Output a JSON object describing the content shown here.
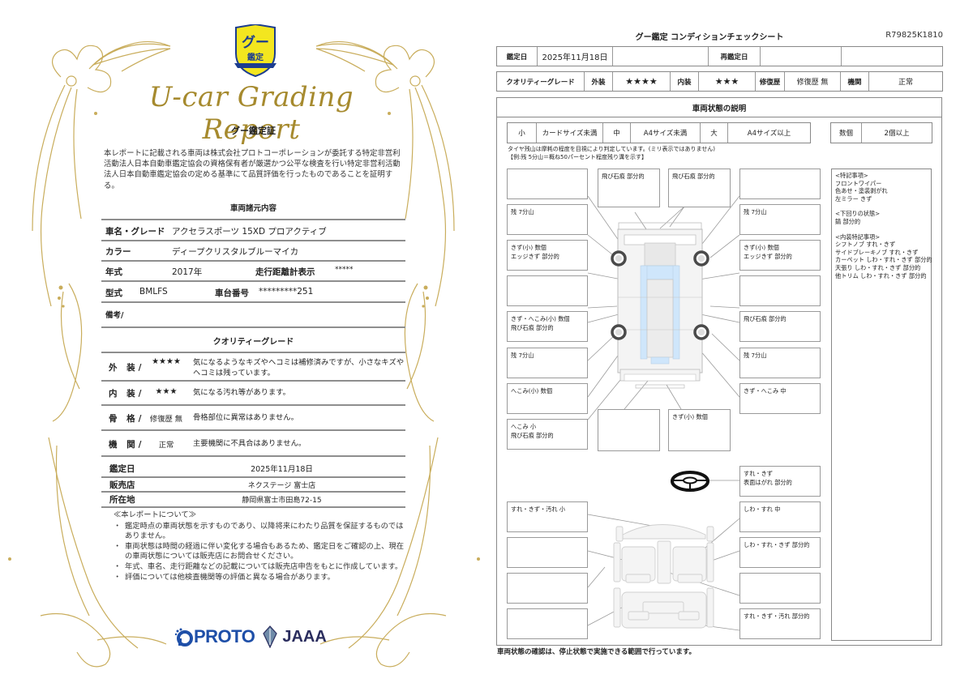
{
  "left_page": {
    "emblem": {
      "line1": "グー",
      "line2": "鑑定",
      "color": "#f3e61f",
      "border": "#1c3d8f"
    },
    "script_title": "U-car Grading Report",
    "certificate_title": "グー鑑定証",
    "certificate_body": "本レポートに記載される車両は株式会社プロトコーポレーションが委託する特定非営利活動法人日本自動車鑑定協会の資格保有者が厳選かつ公平な検査を行い特定非営利活動法人日本自動車鑑定協会の定める基準にて品質評価を行ったものであることを証明する。",
    "specs": {
      "title": "車両諸元内容",
      "name_label": "車名・グレード",
      "name_value": "アクセラスポーツ 15XD プロアクティブ",
      "color_label": "カラー",
      "color_value": "ディープクリスタルブルーマイカ",
      "year_label": "年式",
      "year_value": "2017年",
      "odometer_label": "走行距離計表示",
      "odometer_value": "*****",
      "model_label": "型式",
      "model_value": "BMLFS",
      "chassis_label": "車台番号",
      "chassis_value": "*********251",
      "remarks_label": "備考/"
    },
    "quality": {
      "title": "クオリティーグレード",
      "rows": [
        {
          "label": "外 装/",
          "value": "★★★★",
          "desc": "気になるようなキズやヘコミは補修済みですが、小さなキズやヘコミは残っています。"
        },
        {
          "label": "内 装/",
          "value": "★★★",
          "desc": "気になる汚れ等があります。"
        },
        {
          "label": "骨 格/",
          "value": "修復歴 無",
          "desc": "骨格部位に異常はありません。"
        },
        {
          "label": "機 関/",
          "value": "正常",
          "desc": "主要機関に不具合はありません。"
        }
      ]
    },
    "footer_info": {
      "date_label": "鑑定日",
      "date_value": "2025年11月18日",
      "dealer_label": "販売店",
      "dealer_value": "ネクステージ 富士店",
      "address_label": "所在地",
      "address_value": "静岡県富士市田島72-15"
    },
    "notes": {
      "heading": "≪本レポートについて≫",
      "items": [
        "鑑定時点の車両状態を示すものであり、以降将来にわたり品質を保証するものではありません。",
        "車両状態は時間の経過に伴い変化する場合もあるため、鑑定日をご確認の上、現在の車両状態については販売店にお問合せください。",
        "年式、車名、走行距離などの記載については販売店申告をもとに作成しています。",
        "評価については他検査機関等の評価と異なる場合があります。"
      ]
    },
    "logos": {
      "proto": "PROTO",
      "jaaa": "JAAA"
    },
    "colors": {
      "gold": "#a68a2e",
      "ornament": "#c9ad5c"
    }
  },
  "right_page": {
    "title": "グー鑑定  コンディションチェックシート",
    "report_id": "R79825K1810",
    "date_row": {
      "date_label": "鑑定日",
      "date_value": "2025年11月18日",
      "redate_label": "再鑑定日",
      "redate_value": ""
    },
    "grade_row": {
      "label": "クオリティーグレード",
      "exterior_label": "外装",
      "exterior_value": "★★★★",
      "interior_label": "内装",
      "interior_value": "★★★",
      "repair_label": "修復歴",
      "repair_value": "修復歴 無",
      "engine_label": "機関",
      "engine_value": "正常"
    },
    "panel_title": "車両状態の説明",
    "size_legend": {
      "small_label": "小",
      "small_value": "カードサイズ未満",
      "medium_label": "中",
      "medium_value": "A4サイズ未満",
      "large_label": "大",
      "large_value": "A4サイズ以上",
      "several_label": "数個",
      "several_value": "2個以上"
    },
    "tire_note": {
      "line1": "タイヤ残山は摩耗の程度を目視により判定しています。(ミリ表示ではありません)",
      "line2": "【例:残 5分山＝概ね50パーセント程度残り溝を示す】"
    },
    "exterior_boxes": [
      {
        "id": "L1",
        "lines": []
      },
      {
        "id": "T1",
        "lines": [
          "飛び石痕 部分的"
        ]
      },
      {
        "id": "T2",
        "lines": [
          "飛び石痕 部分的"
        ]
      },
      {
        "id": "R1",
        "lines": []
      },
      {
        "id": "L2",
        "lines": [
          "残 7分山"
        ]
      },
      {
        "id": "R2",
        "lines": [
          "残 7分山"
        ]
      },
      {
        "id": "L3",
        "lines": [
          "きず(小) 数個",
          "エッジきず 部分的"
        ]
      },
      {
        "id": "R3",
        "lines": [
          "きず(小) 数個",
          "エッジきず 部分的"
        ]
      },
      {
        "id": "L4",
        "lines": []
      },
      {
        "id": "R4",
        "lines": []
      },
      {
        "id": "L5",
        "lines": [
          "きず・へこみ(小) 数個",
          "飛び石痕 部分的"
        ]
      },
      {
        "id": "R5",
        "lines": [
          "飛び石痕 部分的"
        ]
      },
      {
        "id": "L6",
        "lines": [
          "残 7分山"
        ]
      },
      {
        "id": "R6",
        "lines": [
          "残 7分山"
        ]
      },
      {
        "id": "L7",
        "lines": [
          "へこみ(小) 数個"
        ]
      },
      {
        "id": "R7",
        "lines": [
          "きず・へこみ 中"
        ]
      },
      {
        "id": "L8",
        "lines": [
          "へこみ 小",
          "飛び石痕 部分的"
        ]
      },
      {
        "id": "B1",
        "lines": []
      },
      {
        "id": "B2",
        "lines": [
          "きず(小) 数個"
        ]
      }
    ],
    "interior_boxes": [
      {
        "id": "IR1",
        "lines": [
          "すれ・きず",
          "表面はがれ 部分的"
        ]
      },
      {
        "id": "IL1",
        "lines": [
          "すれ・きず・汚れ 小"
        ]
      },
      {
        "id": "IR2",
        "lines": [
          "しわ・すれ 中"
        ]
      },
      {
        "id": "IL2",
        "lines": []
      },
      {
        "id": "IR3",
        "lines": [
          "しわ・すれ・きず 部分的"
        ]
      },
      {
        "id": "IL3",
        "lines": []
      },
      {
        "id": "IR4",
        "lines": []
      },
      {
        "id": "IL4",
        "lines": []
      },
      {
        "id": "IR5",
        "lines": [
          "すれ・きず・汚れ 部分的"
        ]
      }
    ],
    "memo": {
      "sections": [
        {
          "heading": "<特記事項>",
          "lines": [
            "フロントワイパー",
            "色あせ・塗装剥がれ",
            "左ミラー きず"
          ]
        },
        {
          "heading": "<下回りの状態>",
          "lines": [
            "錆 部分的"
          ]
        },
        {
          "heading": "<内装特記事項>",
          "lines": [
            "シフトノブ すれ・きず",
            "サイドブレーキノブ すれ・きず",
            "カーペット しわ・すれ・きず 部分的",
            "天張り しわ・すれ・きず 部分的",
            "他トリム しわ・すれ・きず 部分的"
          ]
        }
      ]
    },
    "footer_note": "車両状態の確認は、停止状態で実施できる範囲で行っています。",
    "colors": {
      "border": "#888888",
      "glass": "#cfe6fb",
      "body": "#efefef"
    }
  }
}
